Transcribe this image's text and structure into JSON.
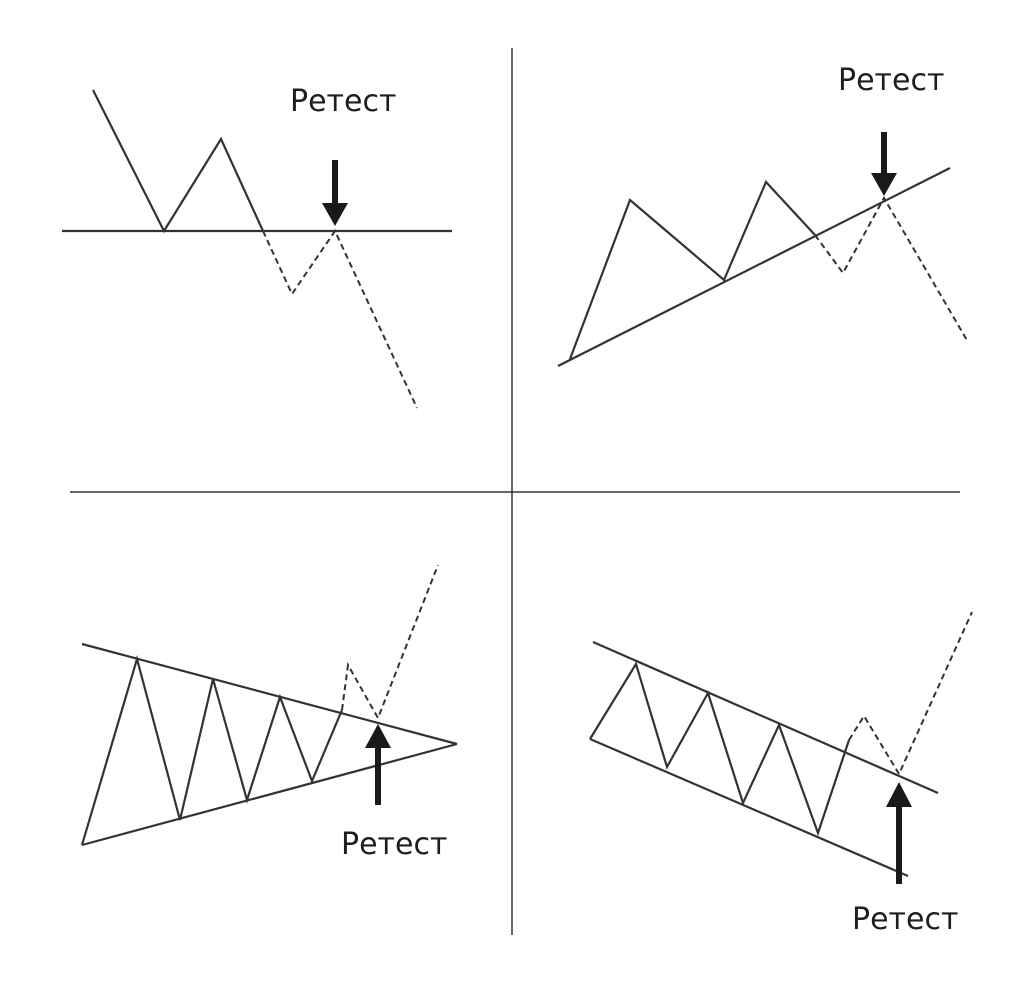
{
  "panels": [
    {
      "id": "horizontal-level",
      "label": "Ретест"
    },
    {
      "id": "ascending-trendline",
      "label": "Ретест"
    },
    {
      "id": "triangle",
      "label": "Ретест"
    },
    {
      "id": "descending-channel",
      "label": "Ретест"
    }
  ],
  "colors": {
    "line": "#333333",
    "arrow": "#1a1a1a",
    "text": "#1e1e1e",
    "background": "#ffffff"
  }
}
